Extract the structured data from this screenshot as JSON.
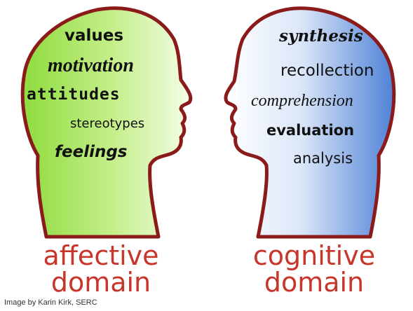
{
  "affective": {
    "words": [
      "values",
      "motivation",
      "attitudes",
      "stereotypes",
      "feelings"
    ],
    "label_line1": "affective",
    "label_line2": "domain"
  },
  "cognitive": {
    "words": [
      "synthesis",
      "recollection",
      "comprehension",
      "evaluation",
      "analysis"
    ],
    "label_line1": "cognitive",
    "label_line2": "domain"
  },
  "credit": "Image by Karin Kirk, SERC",
  "colors": {
    "outline": "#8b1a1a",
    "affective_fill": "#9be04a",
    "cognitive_fill": "#4f82d6",
    "label": "#c8352b"
  }
}
